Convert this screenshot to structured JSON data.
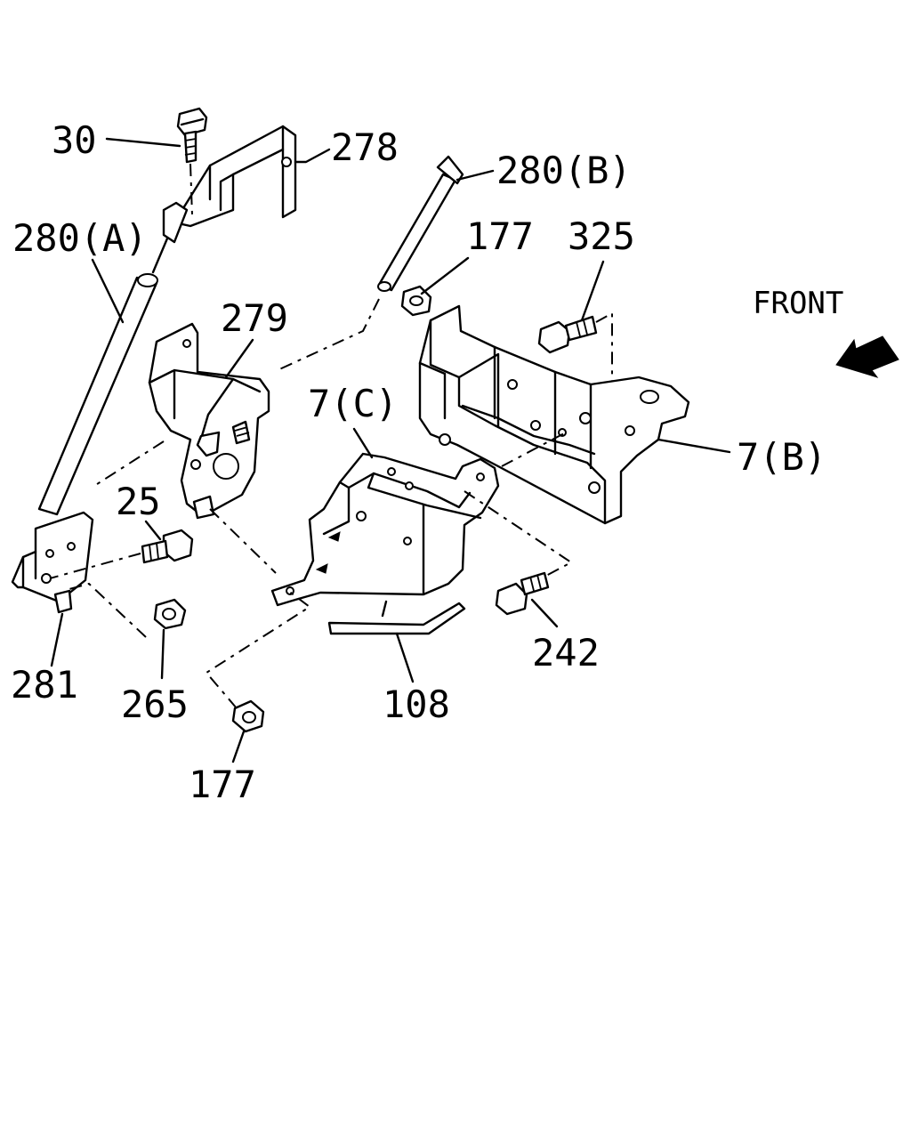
{
  "diagram": {
    "direction_label": "FRONT",
    "colors": {
      "ink": "#000000",
      "paper": "#ffffff"
    },
    "icons": {
      "front_arrow": "front-arrow-icon"
    },
    "callouts": {
      "p30": "30",
      "p278": "278",
      "p280a": "280(A)",
      "p280b": "280(B)",
      "p177_top": "177",
      "p325": "325",
      "p279": "279",
      "p7c": "7(C)",
      "p7b": "7(B)",
      "p25": "25",
      "p281": "281",
      "p265": "265",
      "p242": "242",
      "p108": "108",
      "p177_bottom": "177"
    }
  }
}
